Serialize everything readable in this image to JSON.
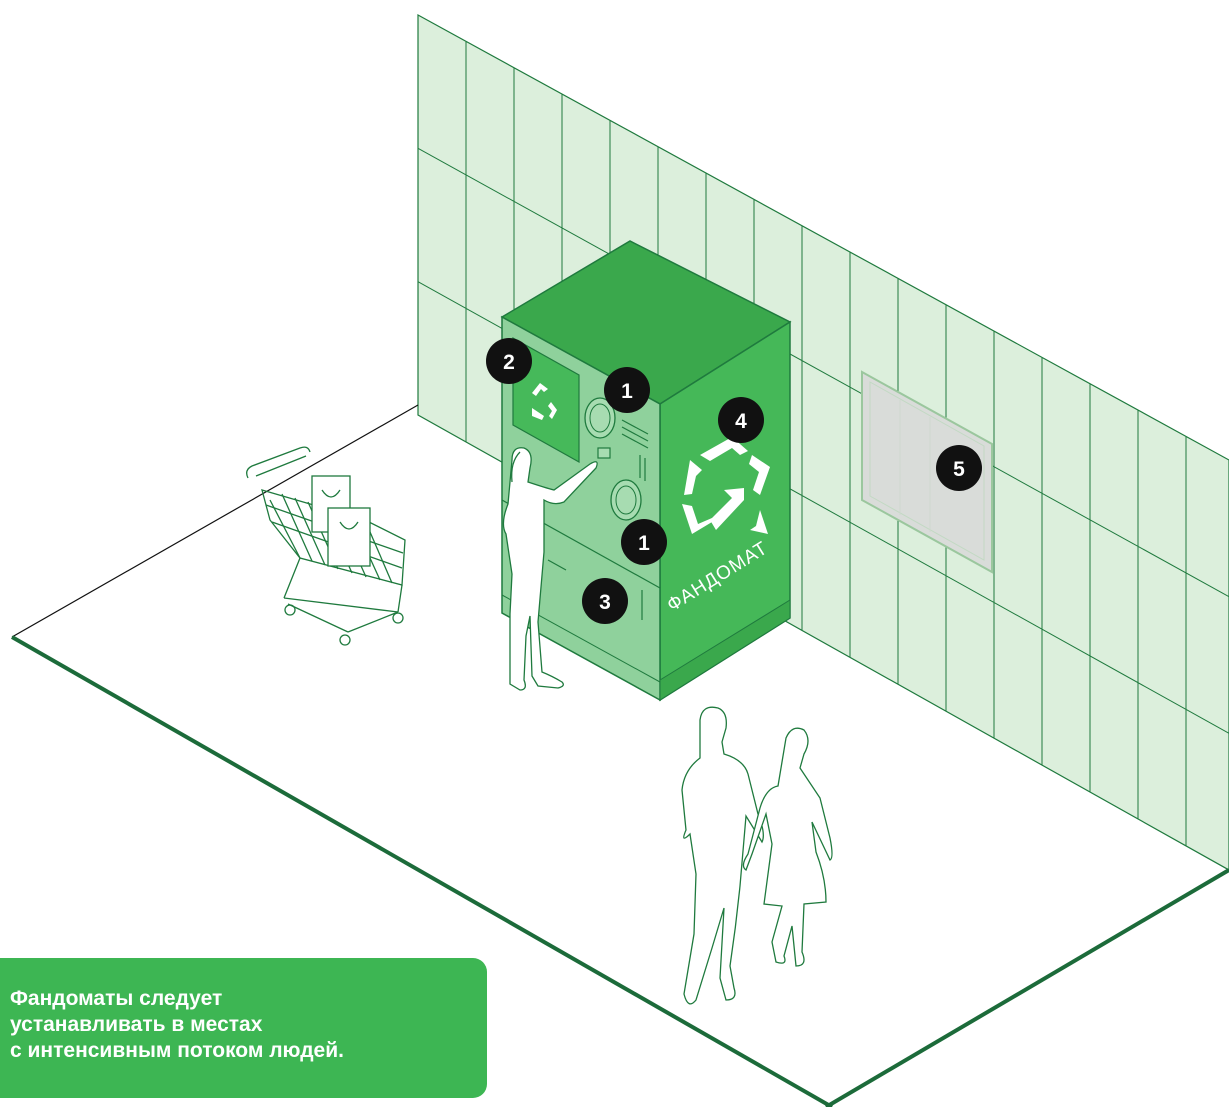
{
  "caption": "Фандоматы следует\nустанавливать в местах\nс интенсивным потоком людей.",
  "machine": {
    "brand_label": "ФАНДОМАТ"
  },
  "markers": [
    {
      "id": "marker-1-upper",
      "number": "1"
    },
    {
      "id": "marker-2",
      "number": "2"
    },
    {
      "id": "marker-1-lower",
      "number": "1"
    },
    {
      "id": "marker-3",
      "number": "3"
    },
    {
      "id": "marker-4",
      "number": "4"
    },
    {
      "id": "marker-5",
      "number": "5"
    }
  ],
  "colors": {
    "wall_fill": "#dcefdc",
    "line_green": "#1f7a3e",
    "floor_line": "#1c6b3a",
    "machine_front": "#8fd19c",
    "machine_side": "#45b858",
    "machine_top": "#3aa84c",
    "caption_bg": "#3db653",
    "marker_bg": "#111111",
    "poster_fill": "#d9dcd9"
  }
}
